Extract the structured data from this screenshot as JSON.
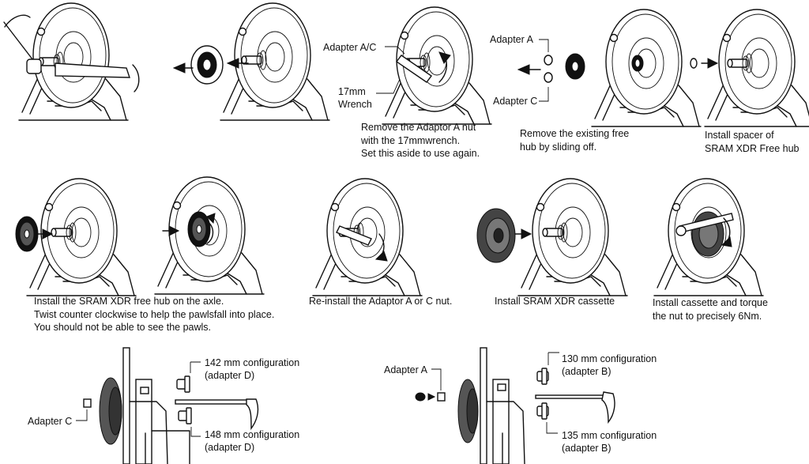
{
  "labels": {
    "adapter_ac": "Adapter A/C",
    "wrench_line1": "17mm",
    "wrench_line2": "Wrench",
    "adapter_a_top": "Adapter A",
    "adapter_c_top": "Adapter C",
    "adapter_c_bottom": "Adapter C",
    "adapter_a_bottom": "Adapter A",
    "cfg_142_line1": "142 mm configuration",
    "cfg_142_line2": "(adapter D)",
    "cfg_148_line1": "148 mm configuration",
    "cfg_148_line2": "(adapter D)",
    "cfg_130_line1": "130 mm configuration",
    "cfg_130_line2": "(adapter B)",
    "cfg_135_line1": "135 mm configuration",
    "cfg_135_line2": "(adapter B)"
  },
  "captions": {
    "remove_nut": [
      "Remove the Adaptor A nut",
      "with the 17mmwrench.",
      "Set this aside to use again."
    ],
    "remove_freehub": [
      "Remove the existing free",
      "hub by sliding off."
    ],
    "install_spacer": [
      "Install spacer of",
      "SRAM XDR Free hub"
    ],
    "install_freehub": [
      "Install the SRAM XDR free hub on the axle.",
      "Twist counter clockwise to help the pawlsfall into place.",
      "You should not be able to see the pawls."
    ],
    "reinstall_nut": [
      "Re-install the Adaptor A or C nut."
    ],
    "install_cassette": [
      "Install SRAM XDR cassette"
    ],
    "torque": [
      "Install cassette and torque",
      "the nut to precisely 6Nm."
    ]
  }
}
